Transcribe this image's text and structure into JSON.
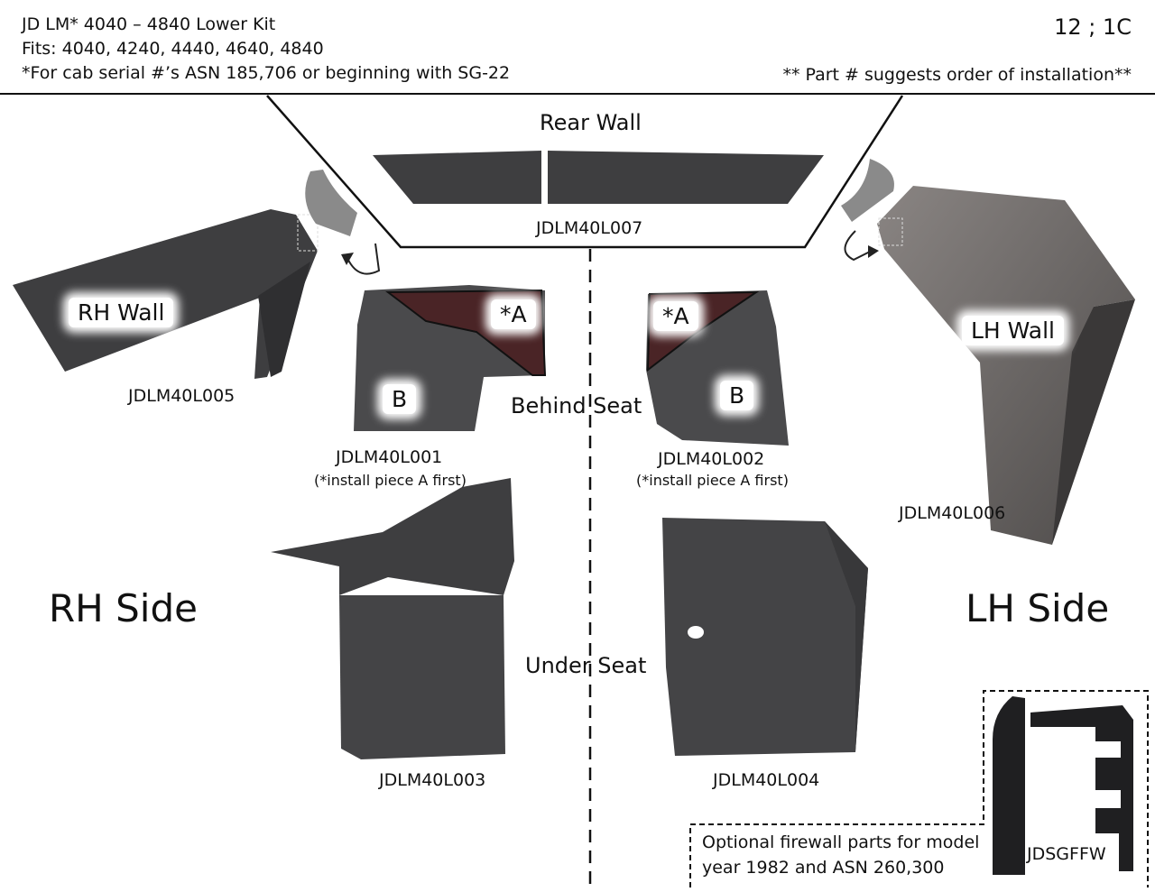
{
  "header": {
    "line1": "JD LM* 4040 – 4840 Lower Kit",
    "line2": "Fits: 4040, 4240, 4440, 4640, 4840",
    "line3": "*For cab serial #’s ASN 185,706 or beginning with SG-22",
    "sheet_code": "12 ; 1C",
    "install_note": "** Part # suggests order of installation**"
  },
  "sections": {
    "rear_wall": "Rear Wall",
    "behind_seat": "Behind Seat",
    "under_seat": "Under Seat",
    "rh_side": "RH Side",
    "lh_side": "LH Side"
  },
  "parts": {
    "rear_wall": "JDLM40L007",
    "rh_wall": {
      "label": "RH Wall",
      "number": "JDLM40L005"
    },
    "lh_wall": {
      "label": "LH Wall",
      "number": "JDLM40L006"
    },
    "rh_behind": {
      "number": "JDLM40L001",
      "note": "(*install piece A first)",
      "piece_a": "*A",
      "piece_b": "B"
    },
    "lh_behind": {
      "number": "JDLM40L002",
      "note": "(*install piece A first)",
      "piece_a": "*A",
      "piece_b": "B"
    },
    "rh_under": "JDLM40L003",
    "lh_under": "JDLM40L004",
    "firewall": {
      "number": "JDSGFFW",
      "line1": "Optional firewall parts for model",
      "line2": "year 1982 and ASN 260,300"
    }
  },
  "colors": {
    "panel_dark": "#3e3e40",
    "panel_light": "#6b6766",
    "piece_a": "#4a2426",
    "line": "#111111"
  }
}
